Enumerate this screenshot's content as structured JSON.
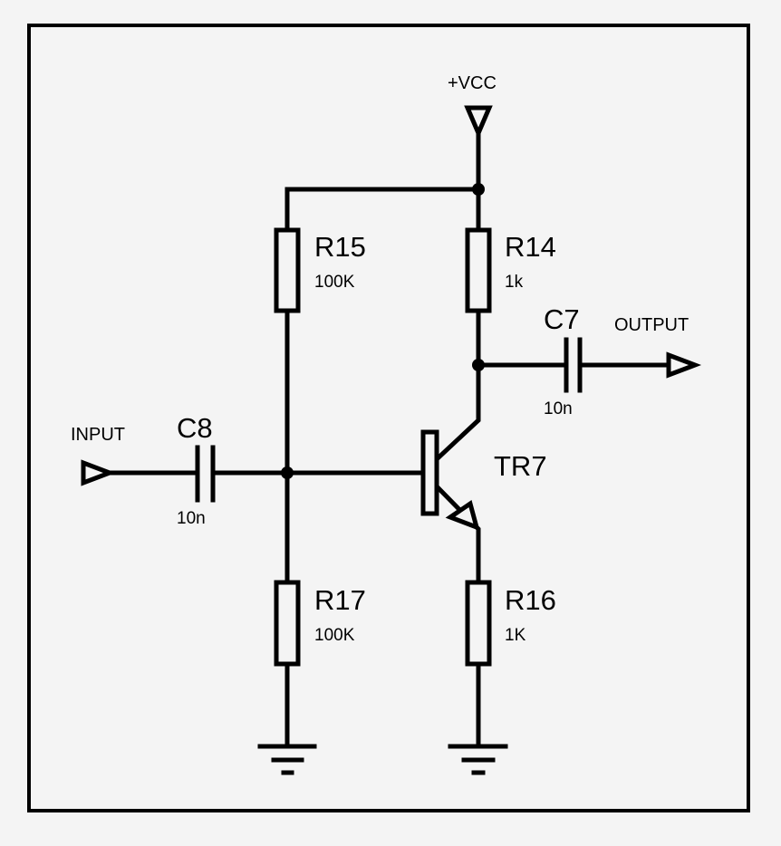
{
  "diagram": {
    "type": "circuit-schematic",
    "description": "Common-emitter NPN transistor amplifier with voltage-divider bias",
    "supply": {
      "label": "+VCC",
      "icon": "power-supply-arrow-icon"
    },
    "ports": {
      "input": {
        "label": "INPUT",
        "icon": "input-port-arrow-icon"
      },
      "output": {
        "label": "OUTPUT",
        "icon": "output-port-arrow-icon"
      }
    },
    "components": {
      "R15": {
        "ref": "R15",
        "value": "100K",
        "kind": "resistor",
        "role": "upper bias divider"
      },
      "R14": {
        "ref": "R14",
        "value": "1k",
        "kind": "resistor",
        "role": "collector load"
      },
      "R17": {
        "ref": "R17",
        "value": "100K",
        "kind": "resistor",
        "role": "lower bias divider"
      },
      "R16": {
        "ref": "R16",
        "value": "1K",
        "kind": "resistor",
        "role": "emitter resistor"
      },
      "C8": {
        "ref": "C8",
        "value": "10n",
        "kind": "capacitor",
        "role": "input coupling"
      },
      "C7": {
        "ref": "C7",
        "value": "10n",
        "kind": "capacitor",
        "role": "output coupling"
      },
      "TR7": {
        "ref": "TR7",
        "kind": "npn-transistor"
      }
    },
    "grounds": [
      {
        "id": "gnd-1",
        "icon": "ground-icon",
        "connects": "R17"
      },
      {
        "id": "gnd-2",
        "icon": "ground-icon",
        "connects": "R16"
      }
    ],
    "junctions": [
      "vcc-node",
      "collector-node",
      "base-node"
    ],
    "nets": [
      {
        "name": "VCC",
        "members": [
          "+VCC",
          "R15",
          "R14"
        ]
      },
      {
        "name": "Base",
        "members": [
          "C8",
          "R15",
          "R17",
          "TR7.base"
        ]
      },
      {
        "name": "Collector",
        "members": [
          "R14",
          "TR7.collector",
          "C7"
        ]
      },
      {
        "name": "Emitter",
        "members": [
          "TR7.emitter",
          "R16"
        ]
      },
      {
        "name": "GND",
        "members": [
          "R17",
          "R16"
        ]
      }
    ]
  }
}
